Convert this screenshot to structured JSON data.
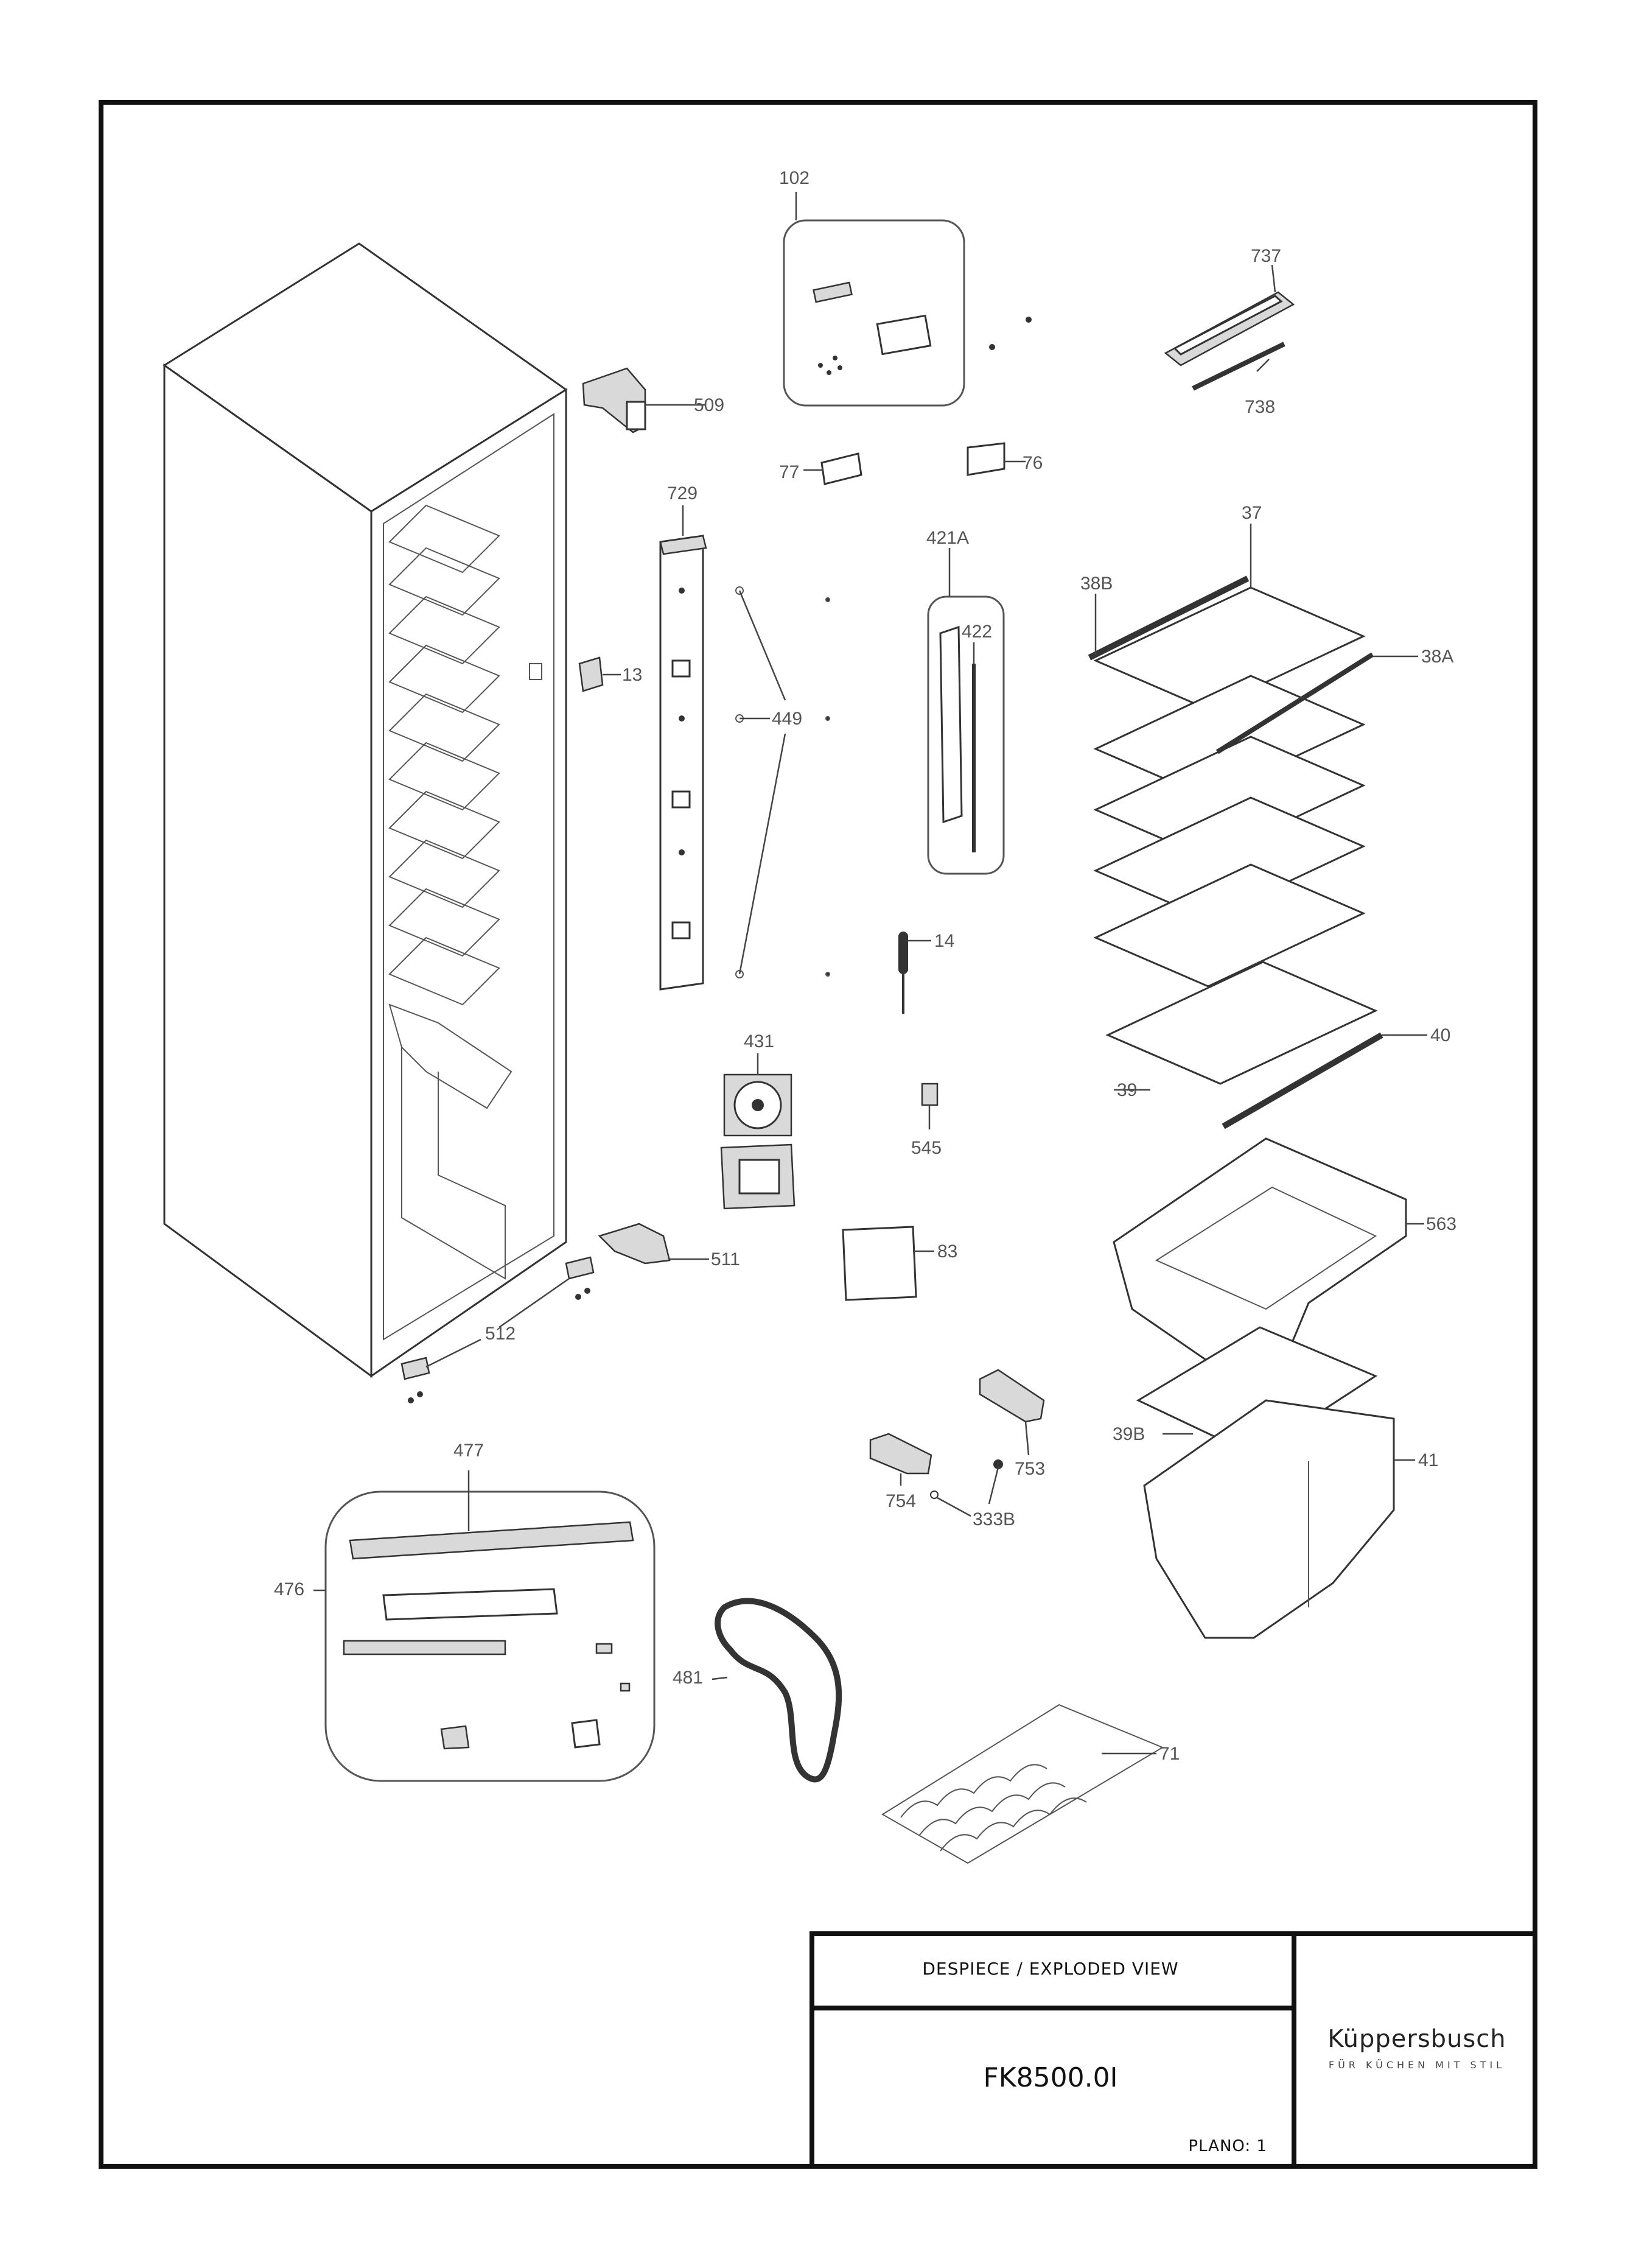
{
  "diagram": {
    "labels": {
      "l102": "102",
      "l737": "737",
      "l738": "738",
      "l509": "509",
      "l77": "77",
      "l76": "76",
      "l729": "729",
      "l421A": "421A",
      "l37": "37",
      "l38B": "38B",
      "l38A": "38A",
      "l422": "422",
      "l13": "13",
      "l449": "449",
      "l14": "14",
      "l40": "40",
      "l39": "39",
      "l431": "431",
      "l545": "545",
      "l83": "83",
      "l563": "563",
      "l511": "511",
      "l512": "512",
      "l39B": "39B",
      "l41": "41",
      "l753": "753",
      "l754": "754",
      "l333B": "333B",
      "l477": "477",
      "l476": "476",
      "l481": "481",
      "l71": "71"
    }
  },
  "title_block": {
    "view": "DESPIECE / EXPLODED VIEW",
    "model": "FK8500.0I",
    "plano": "PLANO: 1"
  },
  "brand": {
    "name": "Küppersbusch",
    "tagline": "FÜR KÜCHEN MIT STIL"
  }
}
